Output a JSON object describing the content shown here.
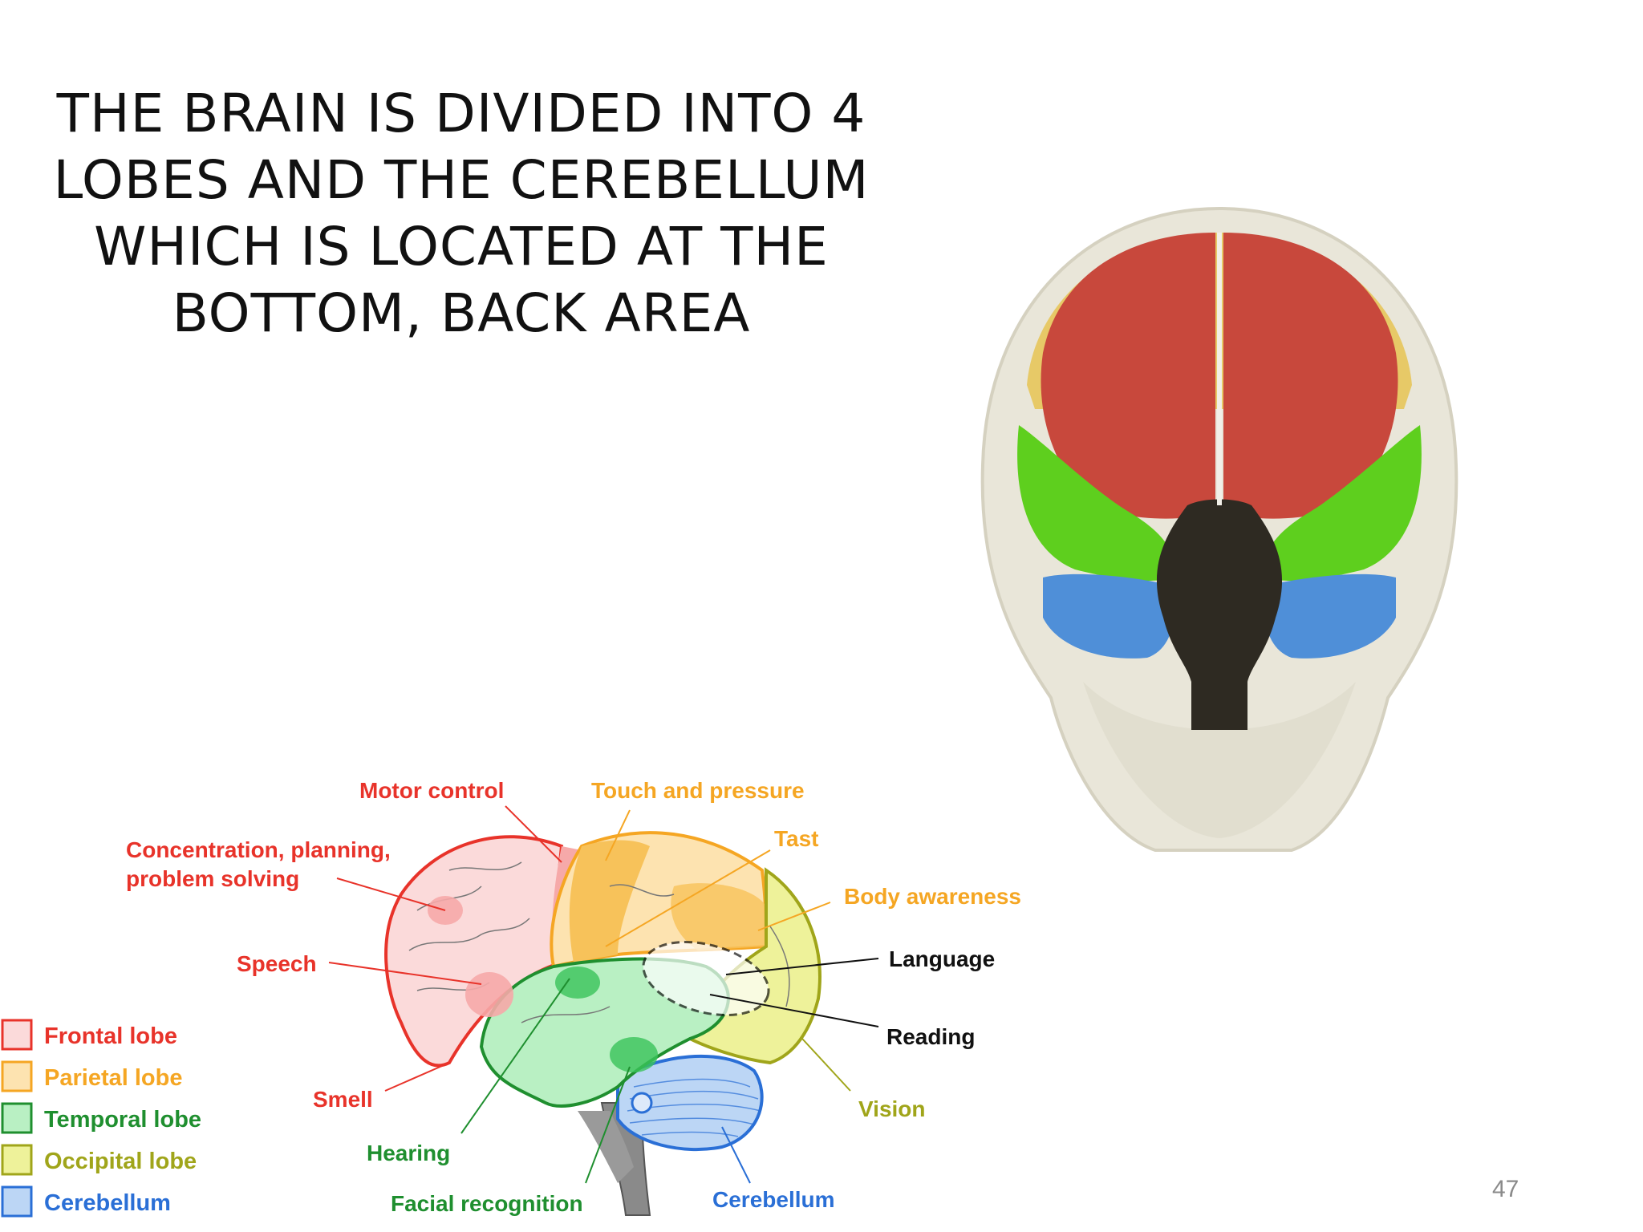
{
  "slide": {
    "title_lines": [
      "THE BRAIN IS DIVIDED INTO 4",
      "LOBES AND THE CEREBELLUM",
      "WHICH IS LOCATED AT THE",
      "BOTTOM, BACK AREA"
    ],
    "page_number": "47"
  },
  "diagram": {
    "labels": {
      "motor_control": "Motor control",
      "touch_pressure": "Touch and pressure",
      "concentration_1": "Concentration, planning,",
      "concentration_2": "problem solving",
      "taste": "Tast",
      "body_awareness": "Body awareness",
      "speech": "Speech",
      "language": "Language",
      "reading": "Reading",
      "smell": "Smell",
      "vision": "Vision",
      "hearing": "Hearing",
      "facial_recognition": "Facial recognition",
      "cerebellum": "Cerebellum"
    },
    "legend": [
      {
        "label": "Frontal lobe",
        "color": "#e8332a",
        "fill": "#fbdada"
      },
      {
        "label": "Parietal lobe",
        "color": "#f5a623",
        "fill": "#fde3b0"
      },
      {
        "label": "Temporal lobe",
        "color": "#1f8f2f",
        "fill": "#b9f0c3"
      },
      {
        "label": "Occipital  lobe",
        "color": "#a0a51a",
        "fill": "#eef29a"
      },
      {
        "label": "Cerebellum",
        "color": "#2a6fd6",
        "fill": "#bcd6f5"
      }
    ],
    "colors": {
      "frontal_front_view": "#c8483c",
      "temporal_front_view": "#5ecf1e",
      "cerebellum_front_view": "#4f8fd8",
      "brainstem_front_view": "#2e2a22",
      "skull": "#e9e6d9"
    }
  }
}
